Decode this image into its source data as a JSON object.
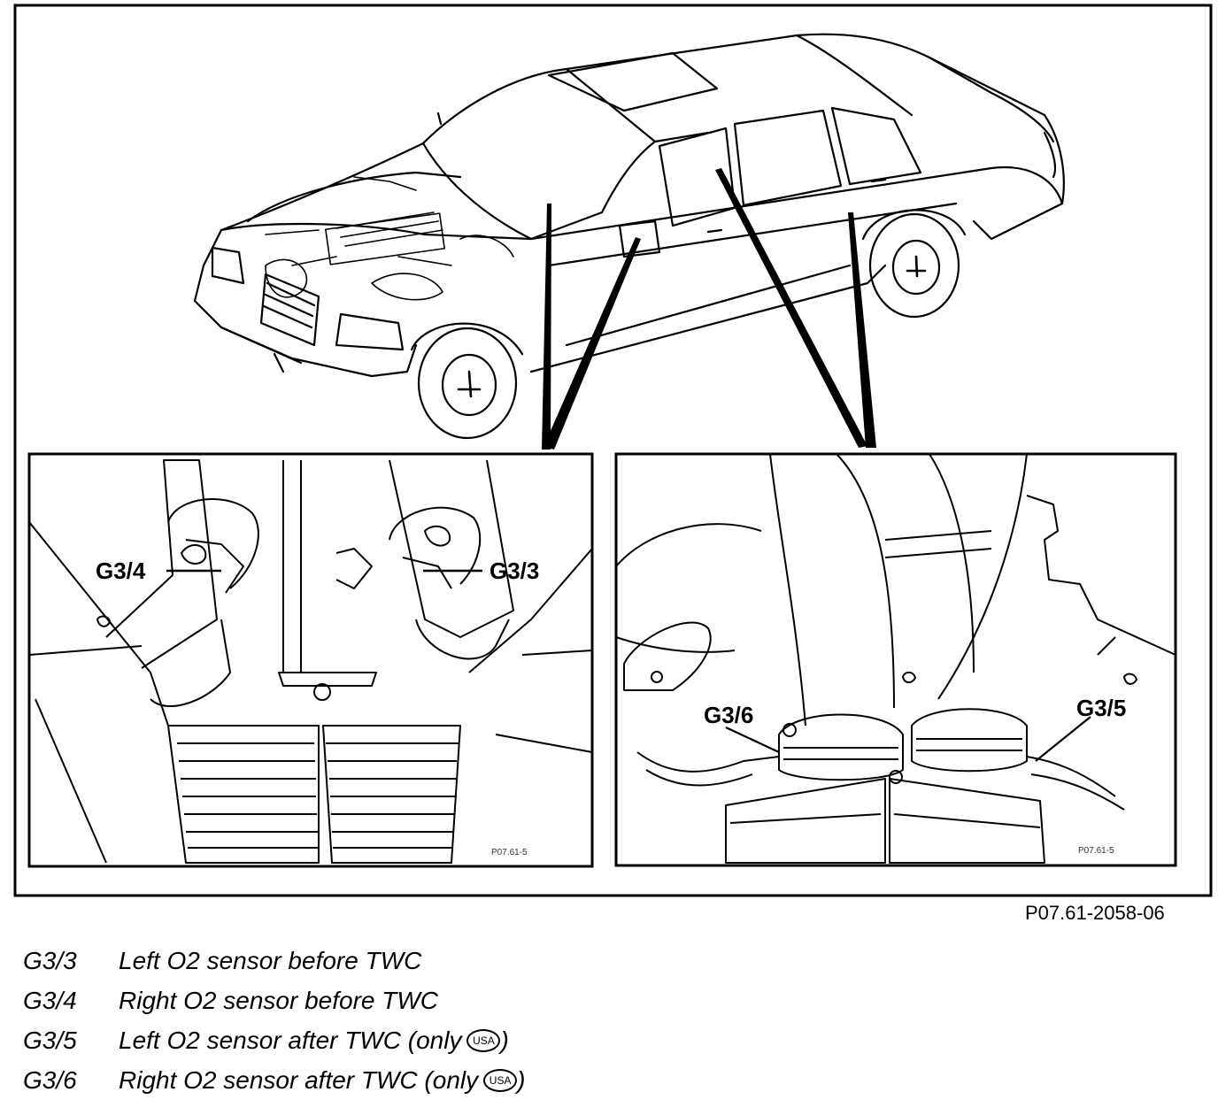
{
  "callouts": {
    "g34": "G3/4",
    "g33": "G3/3",
    "g36": "G3/6",
    "g35": "G3/5"
  },
  "reference_code": "P07.61-2058-06",
  "legend": [
    {
      "code": "G3/3",
      "description": "Left O2 sensor before TWC",
      "suffix": "",
      "usa_badge": false
    },
    {
      "code": "G3/4",
      "description": "Right O2 sensor before TWC",
      "suffix": "",
      "usa_badge": false
    },
    {
      "code": "G3/5",
      "description": "Left O2 sensor after TWC (only",
      "suffix": ")",
      "usa_badge": true
    },
    {
      "code": "G3/6",
      "description": "Right O2 sensor after TWC (only",
      "suffix": ")",
      "usa_badge": true
    }
  ],
  "usa_badge_text": "USA"
}
